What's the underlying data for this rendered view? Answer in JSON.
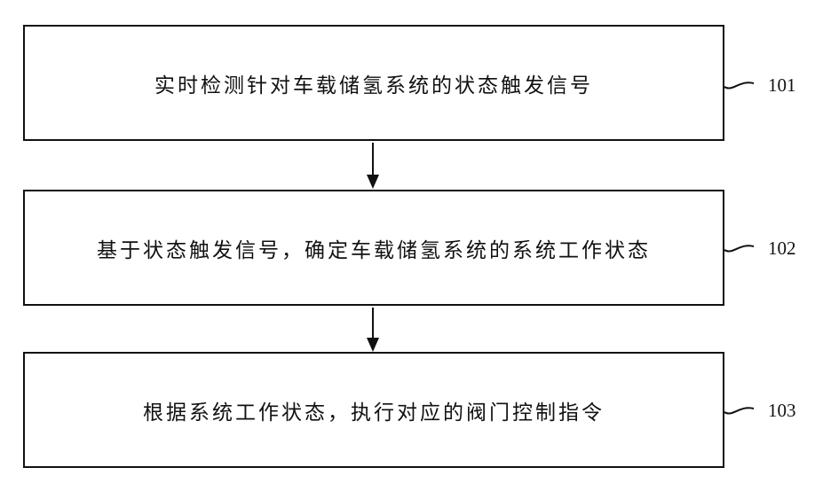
{
  "steps": [
    {
      "text": "实时检测针对车载储氢系统的状态触发信号",
      "label": "101"
    },
    {
      "text": "基于状态触发信号，确定车载储氢系统的系统工作状态",
      "label": "102"
    },
    {
      "text": "根据系统工作状态，执行对应的阀门控制指令",
      "label": "103"
    }
  ]
}
